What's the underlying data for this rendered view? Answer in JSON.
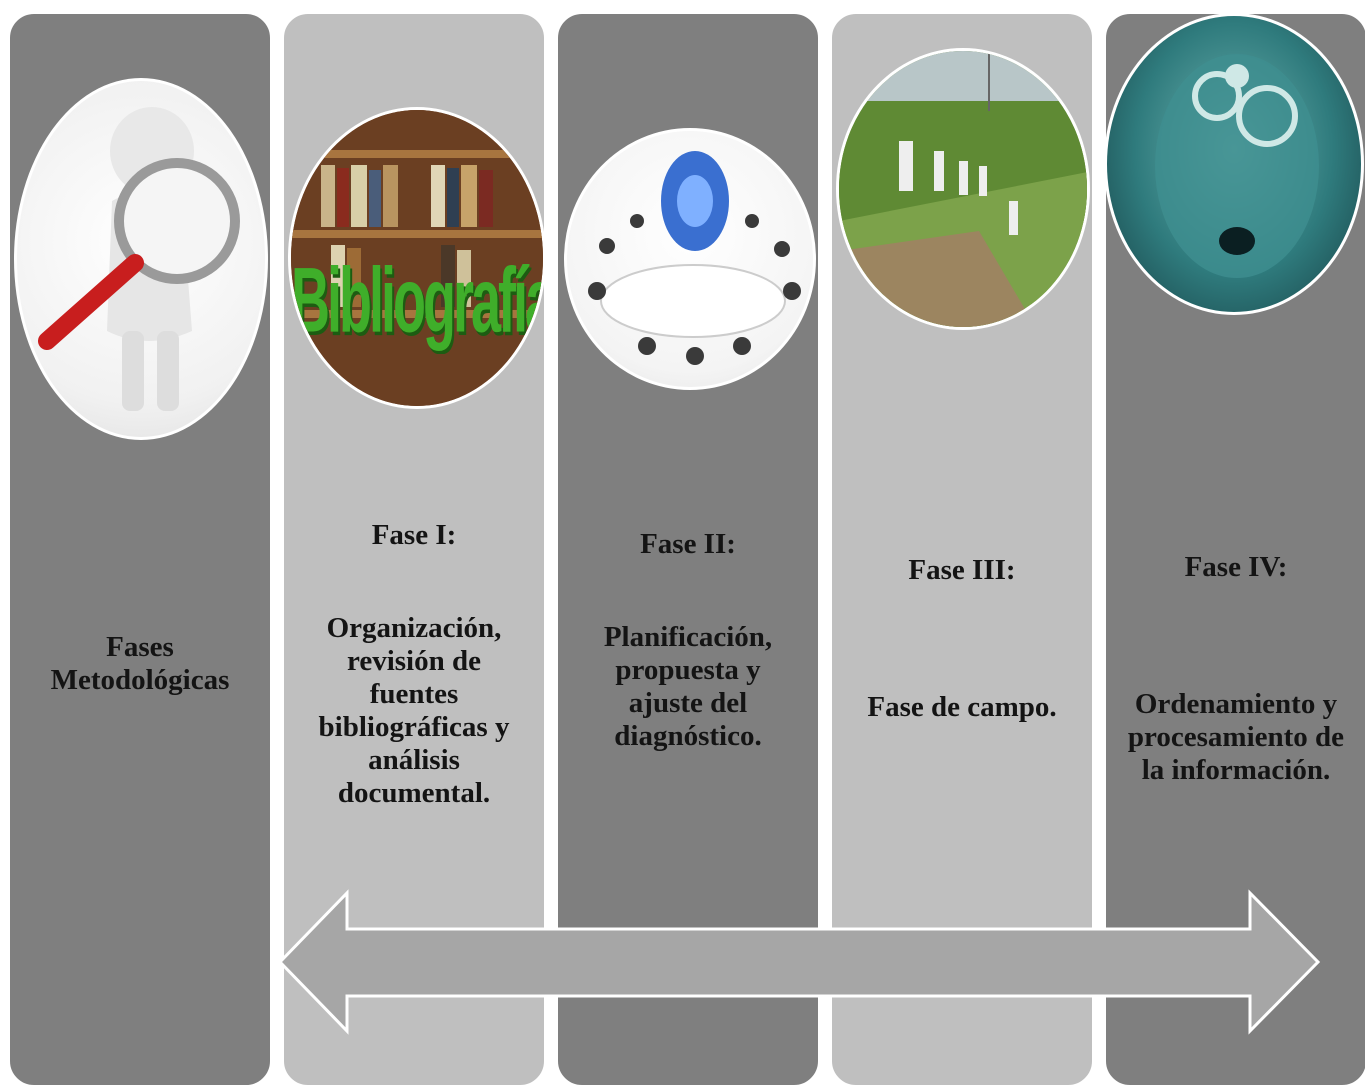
{
  "columns": [
    {
      "heading": "",
      "body": "Fases Metodológicas",
      "image": "magnifier-figure"
    },
    {
      "heading": "Fase  I:",
      "body": "Organización, revisión de fuentes bibliográficas y análisis documental.",
      "image": "bibliography-bookshelf"
    },
    {
      "heading": "Fase II:",
      "body": "Planificación, propuesta y ajuste del diagnóstico.",
      "image": "meeting-round-table"
    },
    {
      "heading": "Fase III:",
      "body": "Fase de campo.",
      "image": "field-work"
    },
    {
      "heading": "Fase IV:",
      "body": "Ordenamiento y procesamiento de la información.",
      "image": "head-gears"
    }
  ],
  "bibliography_word": "Bibliografía",
  "colors": {
    "dark": "#7f7f7f",
    "light": "#bfbfbf",
    "arrow": "#a6a6a6"
  }
}
